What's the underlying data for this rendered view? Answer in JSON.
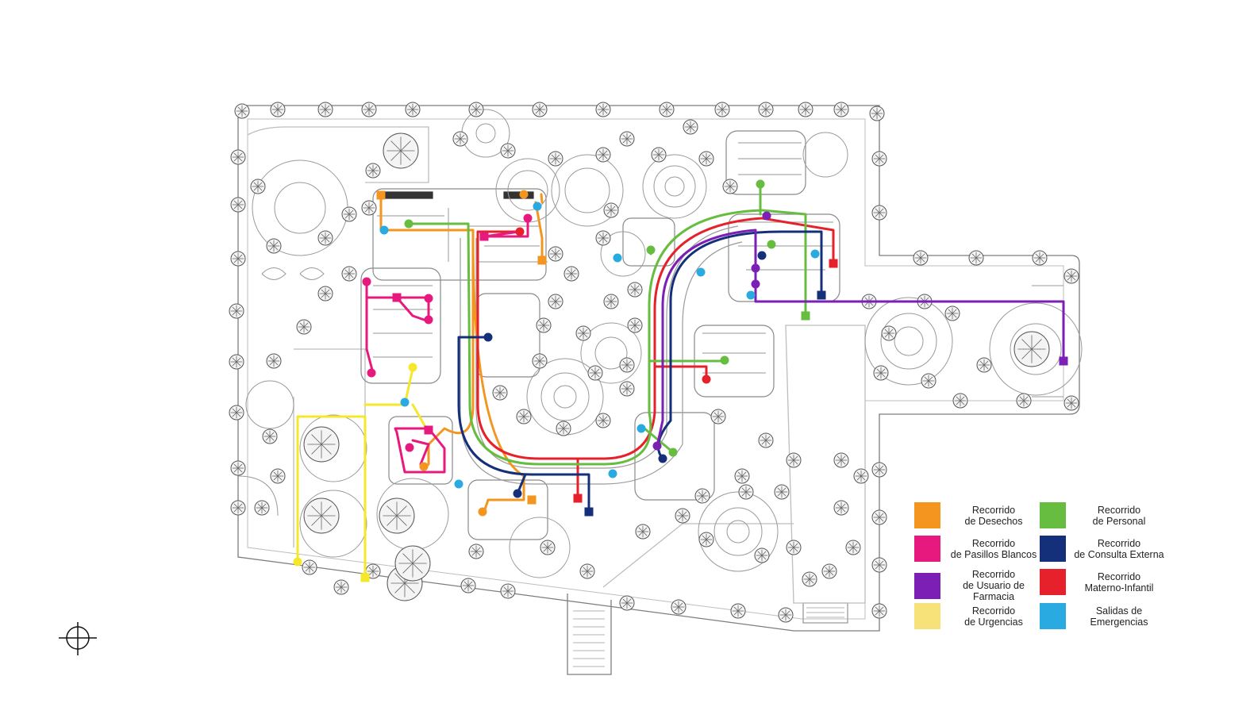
{
  "colors": {
    "desechos": "#f3951f",
    "pasillos_blancos": "#e8197e",
    "usuario_farmacia": "#7b1fb5",
    "urgencias": "#f7e27a",
    "personal": "#67bd3f",
    "consulta_externa": "#15307a",
    "materno_infantil": "#e6212b",
    "salidas_emergencia": "#29abe2",
    "yellow_route": "#f5e82a",
    "linework": "#7d7d7d"
  },
  "legend": [
    {
      "label": "Recorrido\nde Desechos",
      "color_key": "desechos"
    },
    {
      "label": "Recorrido\nde Pasillos Blancos",
      "color_key": "pasillos_blancos"
    },
    {
      "label": "Recorrido\nde Usuario de\nFarmacia",
      "color_key": "usuario_farmacia"
    },
    {
      "label": "Recorrido\nde Urgencias",
      "color_key": "urgencias"
    },
    {
      "label": "Recorrido\nde Personal",
      "color_key": "personal"
    },
    {
      "label": "Recorrido\nde Consulta Externa",
      "color_key": "consulta_externa"
    },
    {
      "label": "Recorrido\nMaterno-Infantil",
      "color_key": "materno_infantil"
    },
    {
      "label": "Salidas de\nEmergencias",
      "color_key": "salidas_emergencia"
    }
  ],
  "icons": {
    "north": "north-arrow-icon",
    "tree": "tree-icon"
  }
}
